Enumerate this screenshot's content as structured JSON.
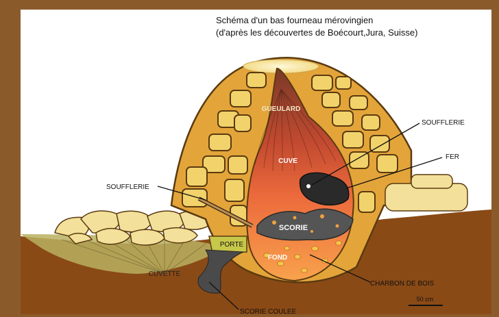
{
  "title": {
    "line1": "Schéma d'un bas fourneau mérovingien",
    "line2": "(d'après les découvertes de Boécourt,Jura, Suisse)"
  },
  "labels": {
    "gueulard": "GUEULARD",
    "cuve": "CUVE",
    "scorie": "SCORIE",
    "fond": "FOND",
    "porte": "PORTE",
    "cuvette": "CUVETTE",
    "soufflerie_left": "SOUFFLERIE",
    "soufflerie_right": "SOUFFLERIE",
    "fer": "FER",
    "charbon": "CHARBON DE BOIS",
    "scorie_coulee": "SCORIE COULEE"
  },
  "scale": {
    "label": "50 cm"
  },
  "colors": {
    "frame": "#8b5a2b",
    "background": "#ffffff",
    "ground": "#8a4a16",
    "stone_fill": "#f2d36b",
    "stone_outline": "#5a3a10",
    "wall": "#e3a43a",
    "interior_top": "#8a3e26",
    "interior_mid": "#e2623a",
    "interior_bottom": "#f6a050",
    "porte": "#c7c84a",
    "slag": "#4a4a4a"
  }
}
